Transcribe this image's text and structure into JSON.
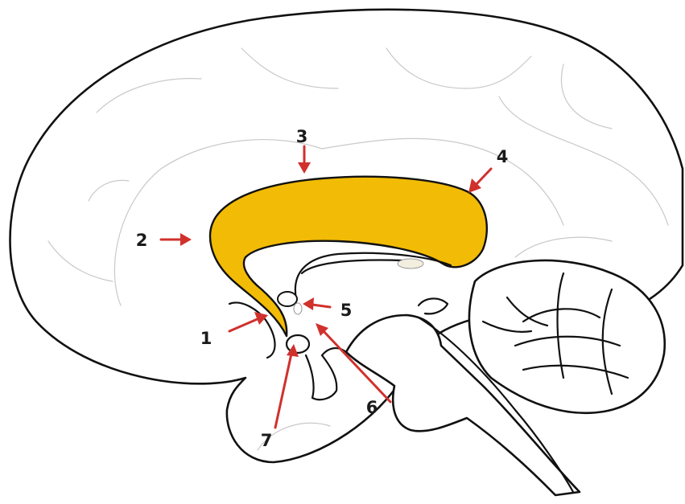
{
  "labels": [
    "1",
    "2",
    "3",
    "4",
    "5",
    "6",
    "7"
  ],
  "colors": {
    "highlight": "#F2BB05",
    "arrow": "#D0312D",
    "outline": "#111111",
    "gyri": "#C9C9C9"
  }
}
